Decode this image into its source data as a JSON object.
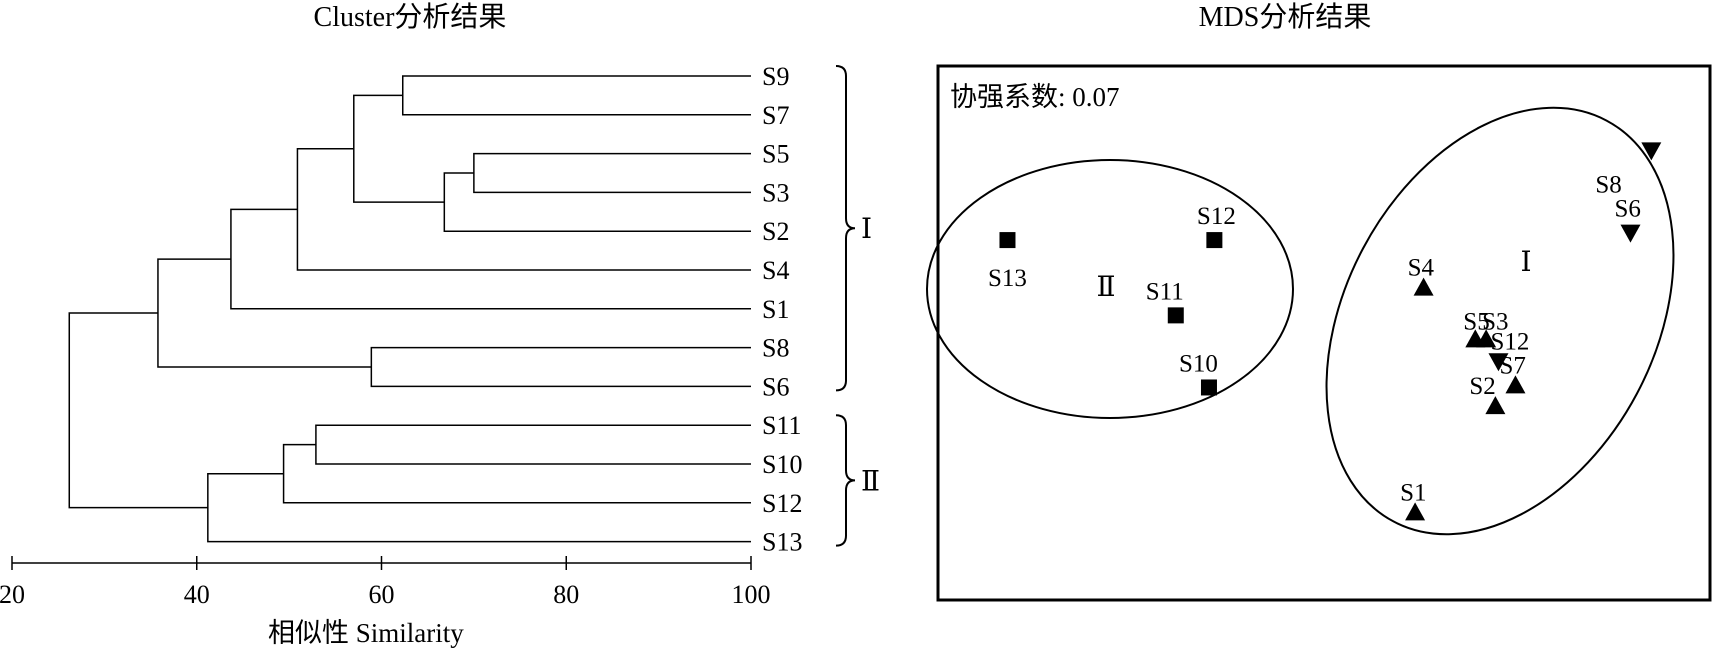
{
  "chart_data": [
    {
      "type": "dendrogram",
      "title": "Cluster分析结果",
      "xlabel": "相似性 Similarity",
      "xlim": [
        20,
        100
      ],
      "xticks": [
        20,
        40,
        60,
        80,
        100
      ],
      "leaves": [
        "S9",
        "S7",
        "S5",
        "S3",
        "S2",
        "S4",
        "S1",
        "S8",
        "S6",
        "S11",
        "S10",
        "S12",
        "S13"
      ],
      "merges": [
        {
          "a": "S9",
          "b": "S7",
          "similarity": 62.3
        },
        {
          "a": "S5",
          "b": "S3",
          "similarity": 70.0
        },
        {
          "a": "S5,S3",
          "b": "S2",
          "similarity": 66.8
        },
        {
          "a": "S9,S7",
          "b": "S5,S3,S2",
          "similarity": 57.0
        },
        {
          "a": "S9,S7,S5,S3,S2",
          "b": "S4",
          "similarity": 50.9
        },
        {
          "a": "S9,S7,S5,S3,S2,S4",
          "b": "S1",
          "similarity": 43.7
        },
        {
          "a": "S8",
          "b": "S6",
          "similarity": 58.9
        },
        {
          "a": "S9,S7,S5,S3,S2,S4,S1",
          "b": "S8,S6",
          "similarity": 35.8
        },
        {
          "a": "S11",
          "b": "S10",
          "similarity": 52.9
        },
        {
          "a": "S11,S10",
          "b": "S12",
          "similarity": 49.4
        },
        {
          "a": "S11,S10,S12",
          "b": "S13",
          "similarity": 41.2
        },
        {
          "a": "S9,S7,S5,S3,S2,S4,S1,S8,S6",
          "b": "S11,S10,S12,S13",
          "similarity": 26.2
        }
      ],
      "groups": [
        {
          "label": "Ⅰ",
          "from": "S9",
          "to": "S6"
        },
        {
          "label": "Ⅱ",
          "from": "S11",
          "to": "S13"
        }
      ]
    },
    {
      "type": "scatter",
      "title": "MDS分析结果",
      "annotation": "协强系数: 0.07",
      "xlim": [
        0,
        100
      ],
      "ylim": [
        0,
        100
      ],
      "points": [
        {
          "label": "S13",
          "x": 9.0,
          "y": 67.4,
          "marker": "square"
        },
        {
          "label": "S12",
          "x": 35.8,
          "y": 67.4,
          "marker": "square"
        },
        {
          "label": "S11",
          "x": 30.8,
          "y": 53.3,
          "marker": "square"
        },
        {
          "label": "S10",
          "x": 35.1,
          "y": 39.8,
          "marker": "square"
        },
        {
          "label": "S4",
          "x": 62.9,
          "y": 58.5,
          "marker": "triangle-up"
        },
        {
          "label": "S5",
          "x": 69.6,
          "y": 48.8,
          "marker": "triangle-up"
        },
        {
          "label": "S3",
          "x": 71.0,
          "y": 48.8,
          "marker": "triangle-up"
        },
        {
          "label": "S12",
          "x": 72.6,
          "y": 44.7,
          "marker": "triangle-down"
        },
        {
          "label": "S7",
          "x": 74.8,
          "y": 40.2,
          "marker": "triangle-up"
        },
        {
          "label": "S2",
          "x": 72.2,
          "y": 36.3,
          "marker": "triangle-up"
        },
        {
          "label": "S1",
          "x": 61.8,
          "y": 16.4,
          "marker": "triangle-up"
        },
        {
          "label": "S8",
          "x": 92.4,
          "y": 84.2,
          "marker": "triangle-down"
        },
        {
          "label": "S6",
          "x": 89.7,
          "y": 68.8,
          "marker": "triangle-down"
        }
      ],
      "groups": [
        {
          "label": "Ⅱ",
          "members": [
            "S13",
            "S12",
            "S11",
            "S10"
          ]
        },
        {
          "label": "Ⅰ",
          "members": [
            "S4",
            "S5",
            "S3",
            "S12",
            "S7",
            "S2",
            "S1",
            "S8",
            "S6"
          ]
        }
      ]
    }
  ]
}
